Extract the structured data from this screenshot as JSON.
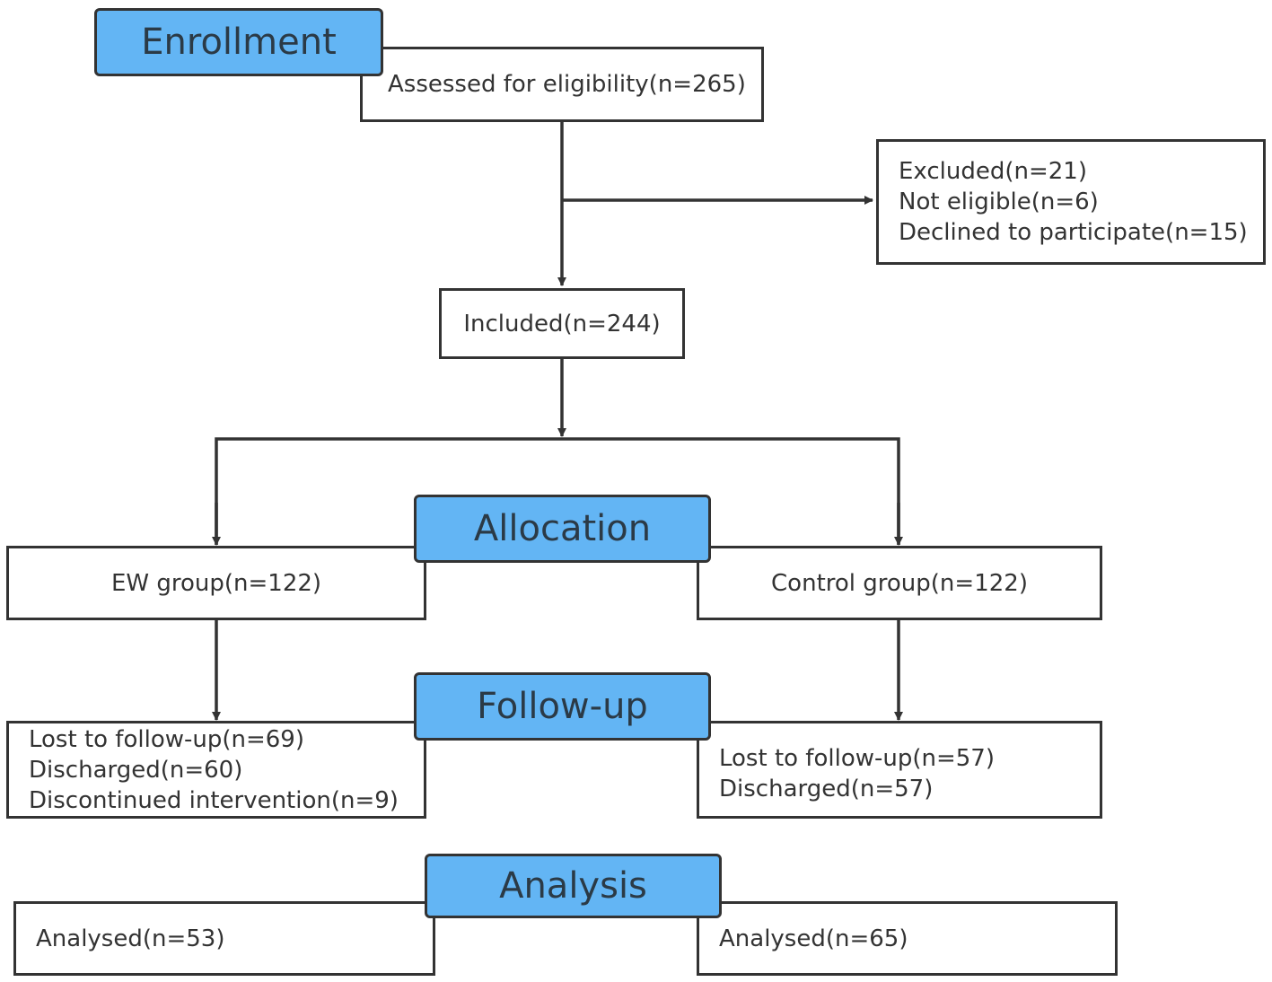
{
  "phases": {
    "enrollment": "Enrollment",
    "allocation": "Allocation",
    "followup": "Follow-up",
    "analysis": "Analysis"
  },
  "boxes": {
    "assessed": "Assessed for eligibility(n=265)",
    "excluded": [
      "Excluded(n=21)",
      "Not eligible(n=6)",
      "Declined to participate(n=15)"
    ],
    "included": "Included(n=244)",
    "ew_group": "EW group(n=122)",
    "control_group": "Control group(n=122)",
    "ew_followup": [
      "Lost to follow-up(n=69)",
      "Discharged(n=60)",
      "Discontinued intervention(n=9)"
    ],
    "control_followup": [
      "Lost to follow-up(n=57)",
      "Discharged(n=57)"
    ],
    "ew_analysed": "Analysed(n=53)",
    "control_analysed": "Analysed(n=65)"
  },
  "colors": {
    "phase_fill": "#63b5f4",
    "line": "#333333"
  }
}
